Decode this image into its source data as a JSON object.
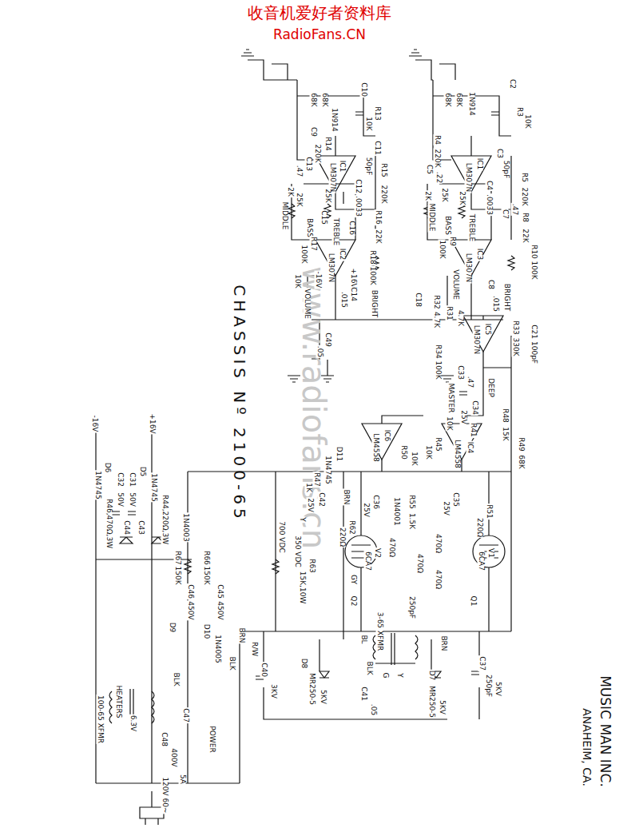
{
  "diagram": {
    "title": "CHASSIS Nº 2100-65",
    "labels": [
      "收音机爱好者资料库",
      "RadioFans.CN",
      "www.radiofans.cn",
      "MUSIC MAN INC.",
      "ANAHEIM, CA.",
      "C10",
      "R13",
      "10K",
      "1N914",
      "68K",
      "68K",
      "C9",
      "R14",
      "220K",
      "IC1",
      "LM307N",
      "C11",
      "50pF",
      "R15",
      "220K",
      "C13",
      ".47",
      "2K",
      "MIDDLE",
      "25K",
      "BASS",
      "25K",
      "TREBLE",
      "C12",
      ".0033",
      "C15",
      "R17",
      "100K",
      "C16",
      "R16",
      "22K",
      "R18",
      "100K",
      "IC2",
      "LM307N",
      "+16V",
      "-16V",
      "VOLUME",
      "10K",
      "C14",
      ".015",
      "BRIGHT",
      "C49",
      ".05",
      "C2",
      "R3",
      "10K",
      "1N914",
      "68K",
      "68K",
      "R4",
      "220K",
      "IC1",
      "LM307N",
      "C3",
      "50pF",
      "R5",
      "220K",
      "C5",
      ".22",
      "C4",
      ".0033",
      "2K",
      "MIDDLE",
      "25K",
      "BASS",
      "25K",
      "TREBLE",
      "C7",
      ".47",
      "R8",
      "22K",
      "R9",
      "100K",
      "IC3",
      "LM307N",
      "R10",
      "100K",
      "VOLUME",
      "BRIGHT",
      "C8",
      ".015",
      "C18",
      "R32",
      "4.7K",
      "R31",
      "4.7K",
      "R34",
      "100K",
      "IC5",
      "LM307N",
      "R33",
      "330K",
      "C21",
      "100pF",
      "C33",
      ".47",
      "DEEP",
      "C34",
      "25V",
      "MASTER",
      "10K",
      "R41",
      "IC4",
      "LM4558",
      "R48",
      "15K",
      "R49",
      "68K",
      "R45",
      "10K",
      "IC6",
      "LM4558",
      "R50",
      "10K",
      "D11",
      "1N4745",
      "R47",
      "1K",
      "C42",
      "25V",
      "BRN",
      "Y",
      "C36",
      "25V",
      "1N4001",
      "R55",
      "1.5K",
      "C35",
      "25V",
      "R51",
      "220Ω",
      "R62",
      "220Ω",
      "V2",
      "6CA7",
      "V1",
      "6CA7",
      "350 VDC",
      "700 VDC",
      "R63",
      "15K,10W",
      "GY",
      "Q2",
      "Q1",
      "250pF",
      "470Ω",
      "470Ω",
      "470Ω",
      "470Ω",
      "C40",
      "3KV",
      "D8",
      "MR250-5",
      "5KV",
      "C41",
      ".05",
      "BL",
      "BRN",
      "BLK",
      "G",
      "Y",
      "D7",
      "MR250-5",
      "5KV",
      "C37",
      "250pF",
      "5KV",
      "3-65 XFMR",
      "+16V",
      "-16V",
      "1N4745",
      "D6",
      "D5",
      "1N4745",
      "R44,220Ω,3W",
      "R46,470Ω,3W",
      "C32",
      "50V",
      "C31",
      "50V",
      "C44",
      "C43",
      "1N4003",
      "R67",
      "150K",
      "R66",
      "150K",
      "C46",
      "450V",
      "C45",
      "450V",
      "D10",
      "1N4005",
      "D9",
      "BRN",
      "R/W",
      "BLK",
      "100-65 XFMR",
      "HEATERS",
      "6.3V",
      "BLK",
      "C48",
      "400V",
      "C47",
      "POWER",
      "5A",
      "120V 60~"
    ]
  }
}
